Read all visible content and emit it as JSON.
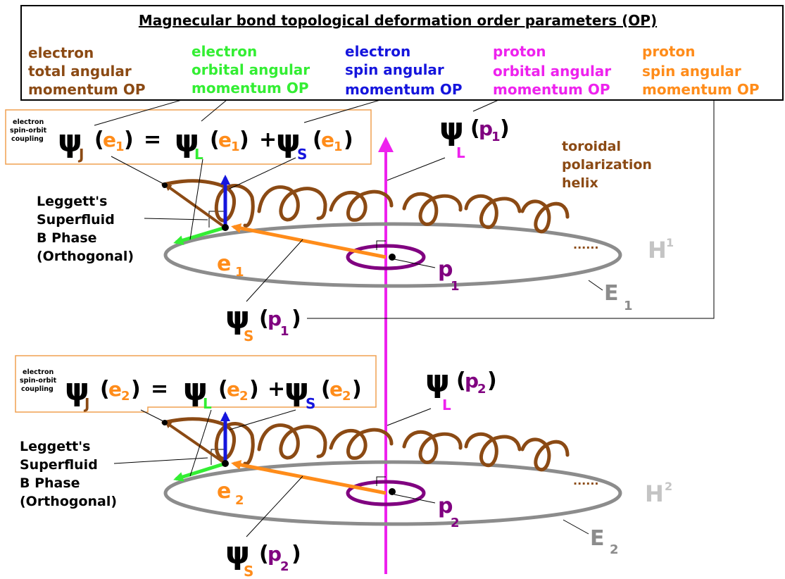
{
  "title": "Magnecular bond topological deformation order parameters (OP)",
  "legend": [
    {
      "lines": [
        "electron",
        "total angular",
        "momentum OP"
      ],
      "color": "#8B4A14"
    },
    {
      "lines": [
        "electron",
        "orbital angular",
        "momentum OP"
      ],
      "color": "#33EE33"
    },
    {
      "lines": [
        "electron",
        "spin angular",
        "momentum OP"
      ],
      "color": "#1515DD"
    },
    {
      "lines": [
        "proton",
        "orbital angular",
        "momentum OP"
      ],
      "color": "#EE22EE"
    },
    {
      "lines": [
        "proton",
        "spin angular",
        "momentum OP"
      ],
      "color": "#FF8C1A"
    }
  ],
  "psi_symbol": "ψ",
  "coupling_label": [
    "electron",
    "spin-orbit",
    "coupling"
  ],
  "eq_equals": "=",
  "eq_plus": "+",
  "sub_J": "J",
  "sub_L": "L",
  "sub_S": "S",
  "paren_open": "(",
  "paren_close": ")",
  "e_letter": "e",
  "p_letter": "p",
  "idx1": "1",
  "idx2": "2",
  "leggett": [
    "Leggett's",
    "Superfluid",
    "B Phase",
    "(Orthogonal)"
  ],
  "helix_label": [
    "toroidal",
    "polarization",
    "helix"
  ],
  "H_letter": "H",
  "E_letter": "E",
  "colors": {
    "brown": "#8B4A14",
    "green": "#33EE33",
    "blue": "#1515DD",
    "magenta": "#EE22EE",
    "orange": "#FF8C1A",
    "purple": "#800080",
    "gray": "#8C8C8C",
    "lightgray": "#C4C4C4"
  }
}
